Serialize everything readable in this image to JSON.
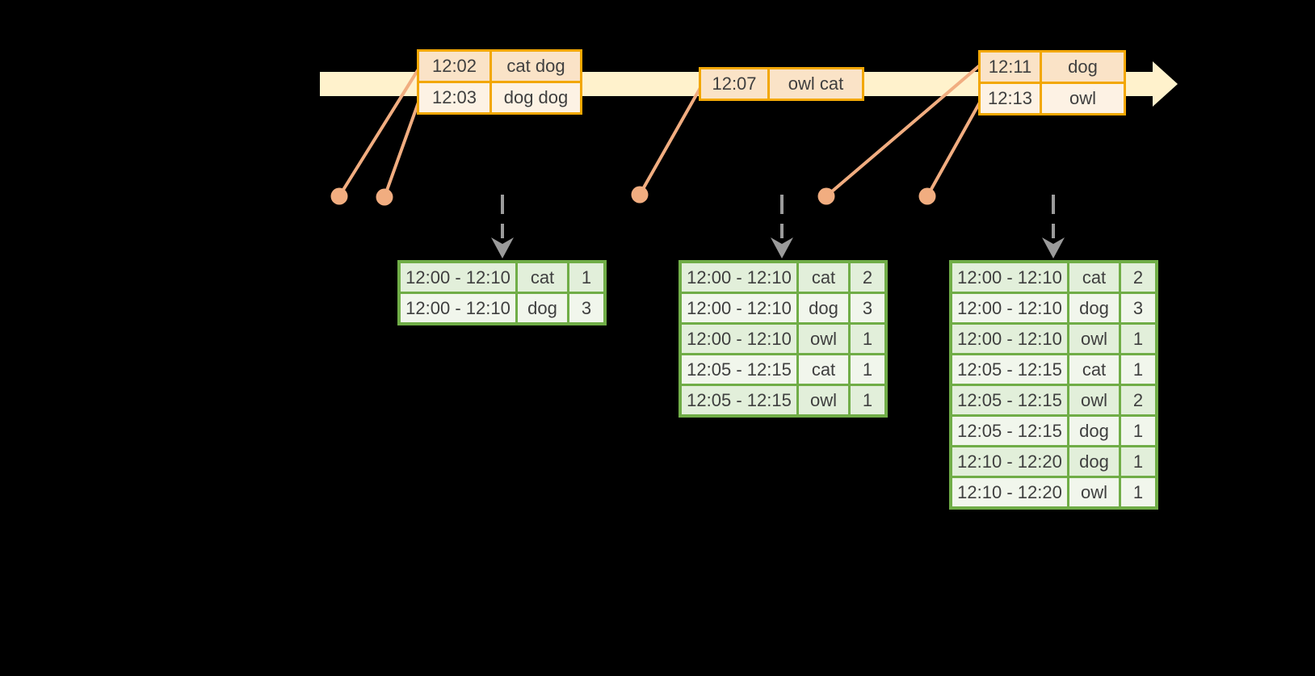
{
  "colors": {
    "background": "#000000",
    "timeline_band": "#FFF2CC",
    "event_border": "#F2A702",
    "event_row_peach": "#FAE3C7",
    "event_row_cream": "#FDF2E4",
    "marker_salmon": "#F1AD80",
    "trigger_gray": "#9B9B9B",
    "table_border": "#70AD47",
    "table_row_dark": "#E2EFDA",
    "table_row_light": "#F1F6EC",
    "text": "#3F3F3F"
  },
  "timeline": {
    "event_batches": [
      {
        "rows": [
          {
            "time": "12:02",
            "words": "cat dog"
          },
          {
            "time": "12:03",
            "words": "dog dog"
          }
        ]
      },
      {
        "rows": [
          {
            "time": "12:07",
            "words": "owl cat"
          }
        ]
      },
      {
        "rows": [
          {
            "time": "12:11",
            "words": "dog"
          },
          {
            "time": "12:13",
            "words": "owl"
          }
        ]
      }
    ]
  },
  "result_tables": [
    {
      "rows": [
        {
          "window": "12:00 - 12:10",
          "word": "cat",
          "count": "1"
        },
        {
          "window": "12:00 - 12:10",
          "word": "dog",
          "count": "3"
        }
      ]
    },
    {
      "rows": [
        {
          "window": "12:00 - 12:10",
          "word": "cat",
          "count": "2"
        },
        {
          "window": "12:00 - 12:10",
          "word": "dog",
          "count": "3"
        },
        {
          "window": "12:00 - 12:10",
          "word": "owl",
          "count": "1"
        },
        {
          "window": "12:05 - 12:15",
          "word": "cat",
          "count": "1"
        },
        {
          "window": "12:05 - 12:15",
          "word": "owl",
          "count": "1"
        }
      ]
    },
    {
      "rows": [
        {
          "window": "12:00 - 12:10",
          "word": "cat",
          "count": "2"
        },
        {
          "window": "12:00 - 12:10",
          "word": "dog",
          "count": "3"
        },
        {
          "window": "12:00 - 12:10",
          "word": "owl",
          "count": "1"
        },
        {
          "window": "12:05 - 12:15",
          "word": "cat",
          "count": "1"
        },
        {
          "window": "12:05 - 12:15",
          "word": "owl",
          "count": "2"
        },
        {
          "window": "12:05 - 12:15",
          "word": "dog",
          "count": "1"
        },
        {
          "window": "12:10 - 12:20",
          "word": "dog",
          "count": "1"
        },
        {
          "window": "12:10 - 12:20",
          "word": "owl",
          "count": "1"
        }
      ]
    }
  ]
}
